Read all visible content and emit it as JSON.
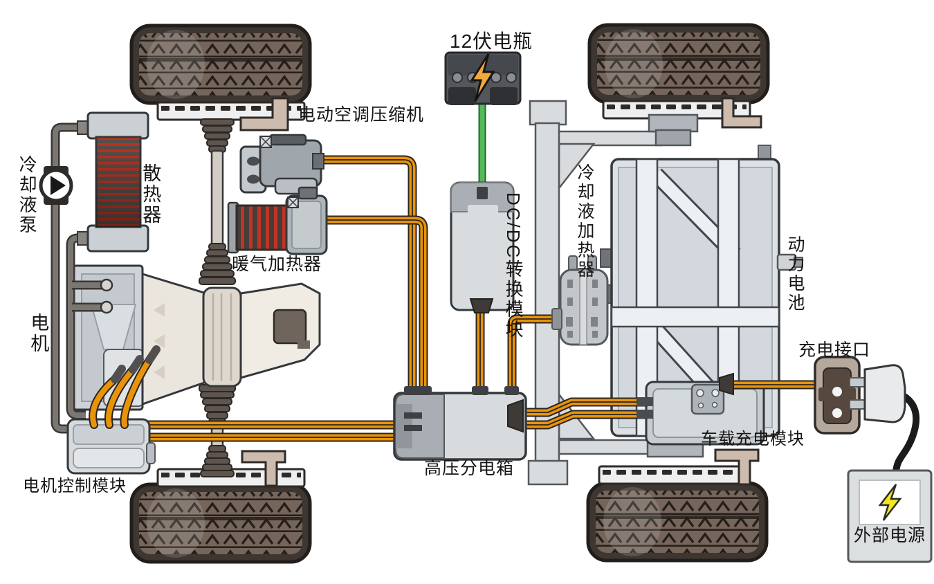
{
  "diagram": {
    "labels": {
      "coolant_pump": "冷却液泵",
      "radiator": "散热器",
      "motor": "电机",
      "motor_control_module": "电机控制模块",
      "cabin_heater": "暖气加热器",
      "ac_compressor": "电动空调压缩机",
      "battery_12v": "12伏电瓶",
      "dcdc_converter": "DC/DC转换模块",
      "hv_distribution_box": "高压分电箱",
      "coolant_heater": "冷却液加热器",
      "power_battery": "动力电池",
      "charging_port": "充电接口",
      "onboard_charger": "车载充电模块",
      "external_power": "外部电源"
    },
    "colors": {
      "hv_cable_orange": "#E8940A",
      "lv_cable_green": "#55B95A",
      "charge_cable_black": "#1B1B1B",
      "coolant_red": "#C23322",
      "lightning_12v": "#F2A93B",
      "lightning_external": "#F2E71E"
    }
  }
}
